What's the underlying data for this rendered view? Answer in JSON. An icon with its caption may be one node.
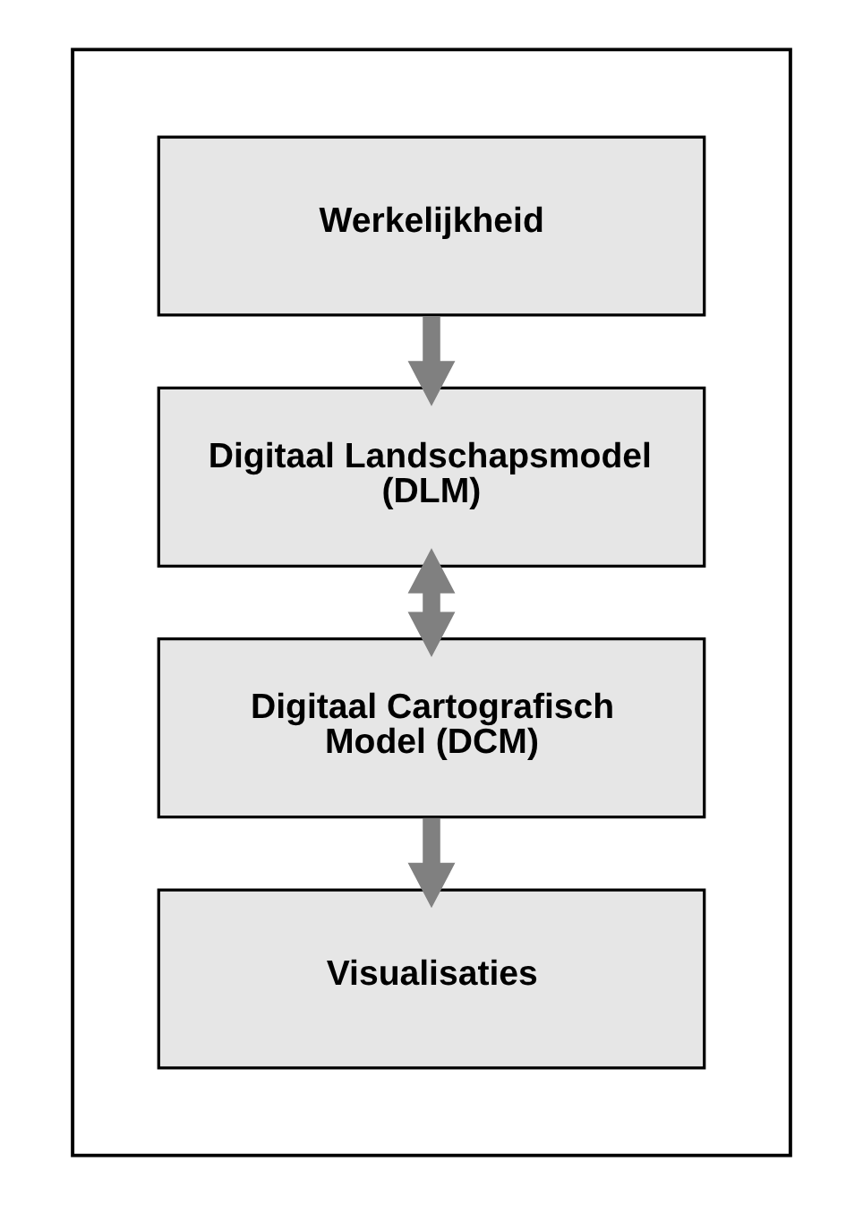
{
  "diagram": {
    "nodes": [
      {
        "text": [],
        "shape": "box"
      },
      {
        "text": [
          "Werkelijkheid"
        ],
        "in": 0
      },
      {
        "text": [
          "Digitaal Landschapsmodel (DLM)"
        ],
        "in": 0
      },
      {
        "text": [
          "Digitaal Cartografisch Model (DCM)"
        ],
        "in": 0
      },
      {
        "text": [
          "Visualisaties"
        ],
        "in": 0
      }
    ],
    "edges": [
      {
        "from": 1,
        "to": 2,
        "arrow": "to"
      },
      {
        "from": 2,
        "to": 3,
        "arrow": "both"
      },
      {
        "from": 3,
        "to": 4,
        "arrow": "to"
      }
    ]
  }
}
